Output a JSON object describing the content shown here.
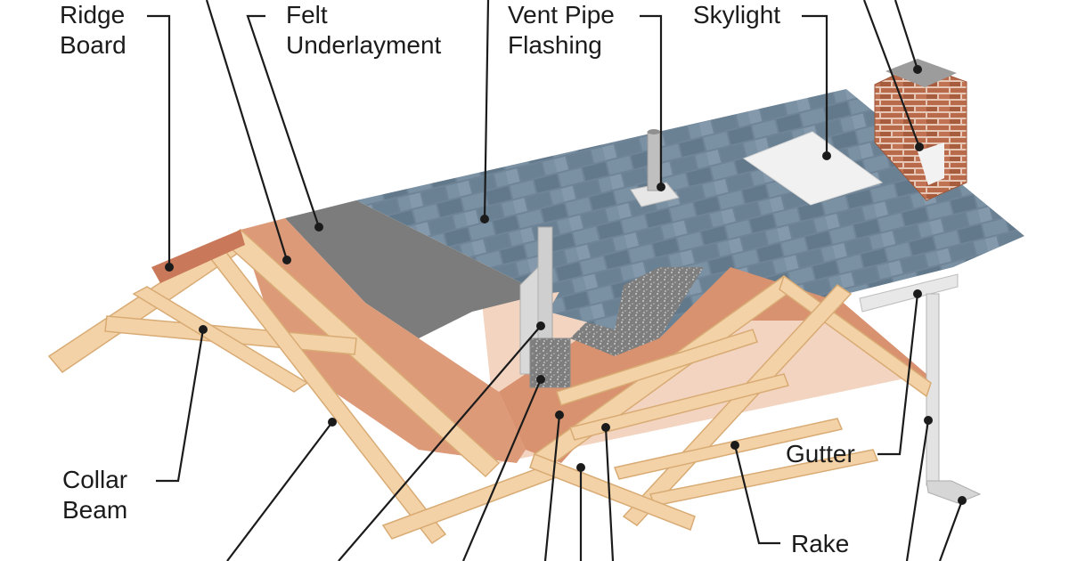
{
  "labels": {
    "ridge_board": {
      "line1": "Ridge",
      "line2": "Board"
    },
    "felt_underlayment": {
      "line1": "Felt",
      "line2": "Underlayment"
    },
    "vent_pipe_flashing": {
      "line1": "Vent Pipe",
      "line2": "Flashing"
    },
    "skylight": "Skylight",
    "collar_beam": {
      "line1": "Collar",
      "line2": "Beam"
    },
    "gutter": "Gutter",
    "rake": "Rake"
  },
  "colors": {
    "shingle": "#6f8597",
    "shingle_dark": "#596f82",
    "shingle_light": "#8499ab",
    "felt": "#777777",
    "sheathing": "#dd9a78",
    "lumber": "#f3d2a8",
    "brick": "#b86a4b",
    "skylight": "#f1f1f1",
    "leader_line": "#1b1b1b",
    "label_text": "#1b1b1b"
  }
}
